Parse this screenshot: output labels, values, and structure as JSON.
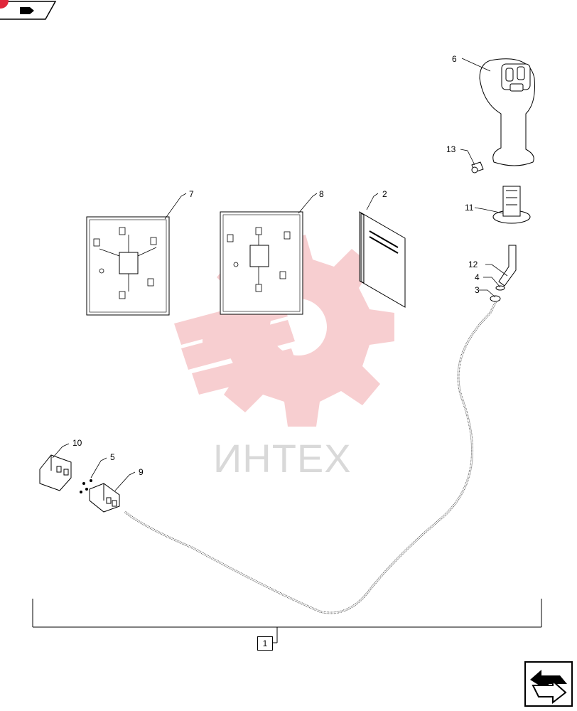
{
  "watermark": {
    "text": "ИНТЕХ"
  },
  "labels": {
    "l1": "1",
    "l2": "2",
    "l3": "3",
    "l4": "4",
    "l5": "5",
    "l6": "6",
    "l7": "7",
    "l8": "8",
    "l9": "9",
    "l10": "10",
    "l11": "11",
    "l12": "12",
    "l13": "13"
  },
  "nav": {
    "next_icon": "arrow-next-icon",
    "back_icon": "arrow-back-icon"
  },
  "colors": {
    "watermark": "#f2b3b6",
    "badge": "#e0283c"
  }
}
